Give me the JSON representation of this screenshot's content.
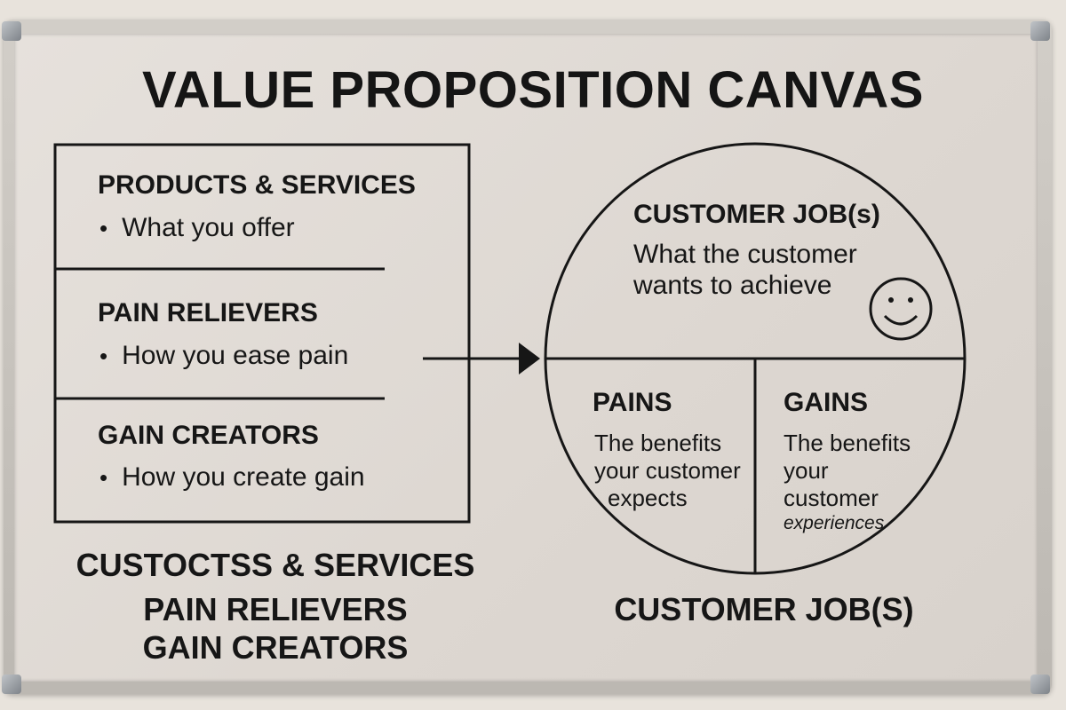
{
  "title": "VALUE PROPOSITION CANVAS",
  "value_map": {
    "sections": [
      {
        "heading": "PRODUCTS & SERVICES",
        "bullet": "What you offer"
      },
      {
        "heading": "PAIN RELIEVERS",
        "bullet": "How you ease pain"
      },
      {
        "heading": "GAIN CREATORS",
        "bullet": "How you create gain"
      }
    ],
    "caption_lines": [
      "CUSTOCTSS & SERVICES",
      "PAIN RELIEVERS",
      "GAIN CREATORS"
    ]
  },
  "customer_profile": {
    "jobs": {
      "heading": "CUSTOMER JOB(s)",
      "lines": [
        "What the customer",
        "wants to achieve"
      ],
      "icon": "smiley-icon"
    },
    "pains": {
      "heading": "PAINS",
      "lines": [
        "The benefits",
        "your customer",
        "expects"
      ]
    },
    "gains": {
      "heading": "GAINS",
      "lines": [
        "The benefits",
        "your",
        "customer",
        "experiences"
      ]
    },
    "caption": "CUSTOMER JOB(S)"
  },
  "colors": {
    "ink": "#161616",
    "board": "#e4dfd9",
    "frame": "#c4c0ba"
  }
}
